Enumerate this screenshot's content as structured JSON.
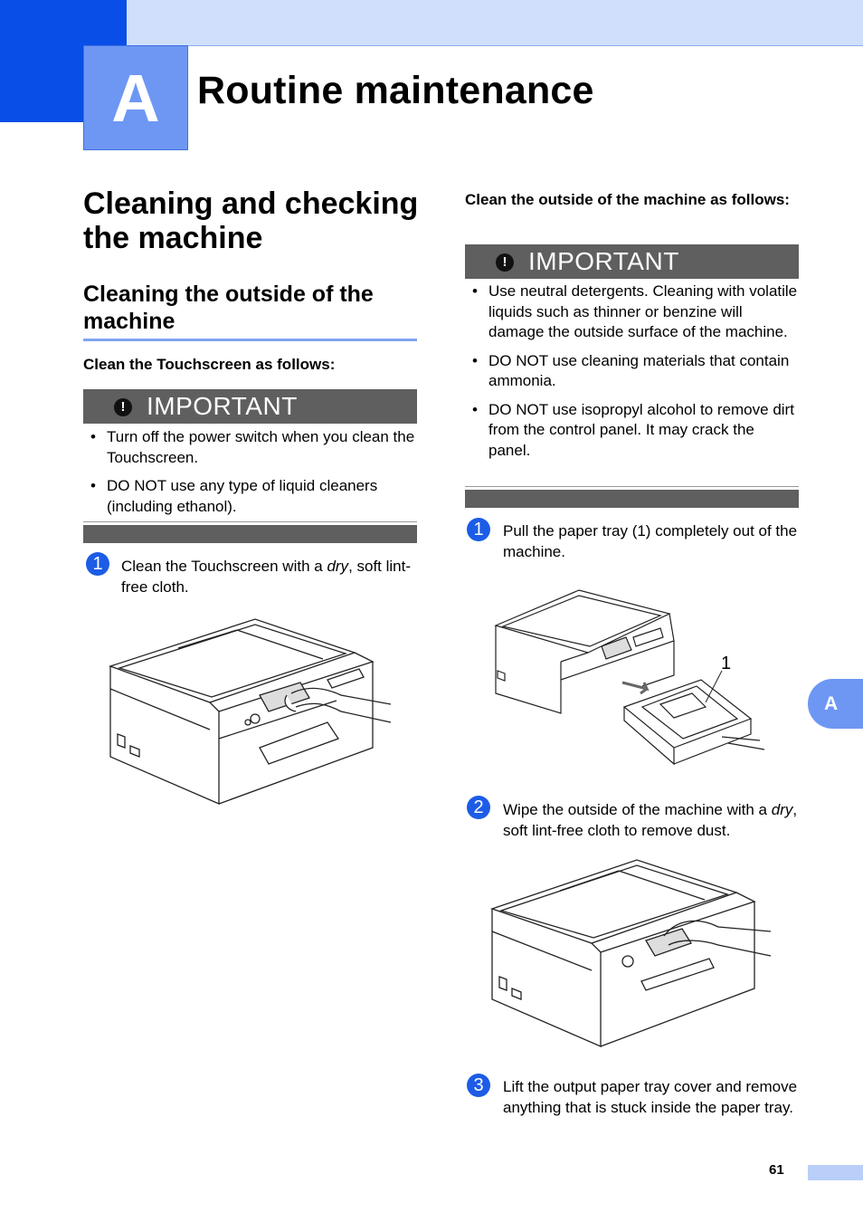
{
  "header": {
    "chapter_letter": "A",
    "chapter_title": "Routine maintenance"
  },
  "left": {
    "heading1": "Cleaning and checking the machine",
    "heading2": "Cleaning the outside of the machine",
    "lead": "Clean the Touchscreen as follows:",
    "important_label": "IMPORTANT",
    "bullets": [
      "Turn off the power switch when you clean the Touchscreen.",
      "DO NOT use any type of liquid cleaners (including ethanol)."
    ],
    "steps": [
      {
        "num": "1",
        "text_before": "Clean the Touchscreen with a ",
        "emph": "dry",
        "text_after": ", soft lint-free cloth."
      }
    ]
  },
  "right": {
    "lead": "Clean the outside of the machine as follows:",
    "important_label": "IMPORTANT",
    "bullets": [
      "Use neutral detergents. Cleaning with volatile liquids such as thinner or benzine will damage the outside surface of the machine.",
      "DO NOT use cleaning materials that contain ammonia.",
      "DO NOT use isopropyl alcohol to remove dirt from the control panel. It may crack the panel."
    ],
    "steps": [
      {
        "num": "1",
        "text": "Pull the paper tray (1) completely out of the machine."
      },
      {
        "num": "2",
        "text_before": "Wipe the outside of the machine with a ",
        "emph": "dry",
        "text_after": ", soft lint-free cloth to remove dust."
      },
      {
        "num": "3",
        "text": "Lift the output paper tray cover and remove anything that is stuck inside the paper tray."
      }
    ],
    "callout_label": "1"
  },
  "side_tab": "A",
  "page_number": "61",
  "colors": {
    "accent_dark": "#0a4ee8",
    "accent_mid": "#6d97f3",
    "accent_light": "#cfdffc",
    "important_bar": "#5f5f5f"
  }
}
